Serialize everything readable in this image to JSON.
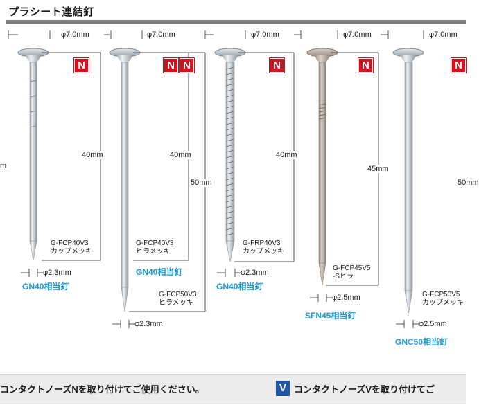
{
  "title": "プラシート連結釘",
  "badges": {
    "n": "N",
    "v": "V"
  },
  "nails": [
    {
      "head_dim": "φ7.0mm",
      "length": "40mm",
      "model": "G-FCP40V3",
      "finish": "カップメッキ",
      "shank_dim": "φ2.3mm",
      "equivalent": "GN40相当釘"
    },
    {
      "head_dim": "φ7.0mm",
      "length_a": "40mm",
      "length_b": "50mm",
      "model_a": "G-FCP40V3",
      "finish_a": "ヒラメッキ",
      "equivalent_a": "GN40相当釘",
      "model_b": "G-FCP50V3",
      "finish_b": "ヒラメッキ",
      "shank_dim": "φ2.3mm"
    },
    {
      "head_dim": "φ7.0mm",
      "length": "40mm",
      "model": "G-FRP40V3",
      "finish": "カップメッキ",
      "shank_dim": "φ2.3mm",
      "equivalent": "GN40相当釘"
    },
    {
      "head_dim": "φ7.0mm",
      "length": "45mm",
      "model": "G-FCP45V5",
      "finish": "-Sヒラ",
      "shank_dim": "φ2.5mm",
      "equivalent": "SFN45相当釘"
    },
    {
      "head_dim": "φ7.0mm",
      "length": "50mm",
      "model": "G-FCP50V5",
      "finish": "カップメッキ",
      "shank_dim": "φ2.5mm",
      "equivalent": "GNC50相当釘"
    }
  ],
  "left_edge_text": "m",
  "footer": {
    "left_text": "コンタクトノーズNを取り付けてご使用ください。",
    "right_text": "コンタクトノーズVを取り付けてご"
  }
}
